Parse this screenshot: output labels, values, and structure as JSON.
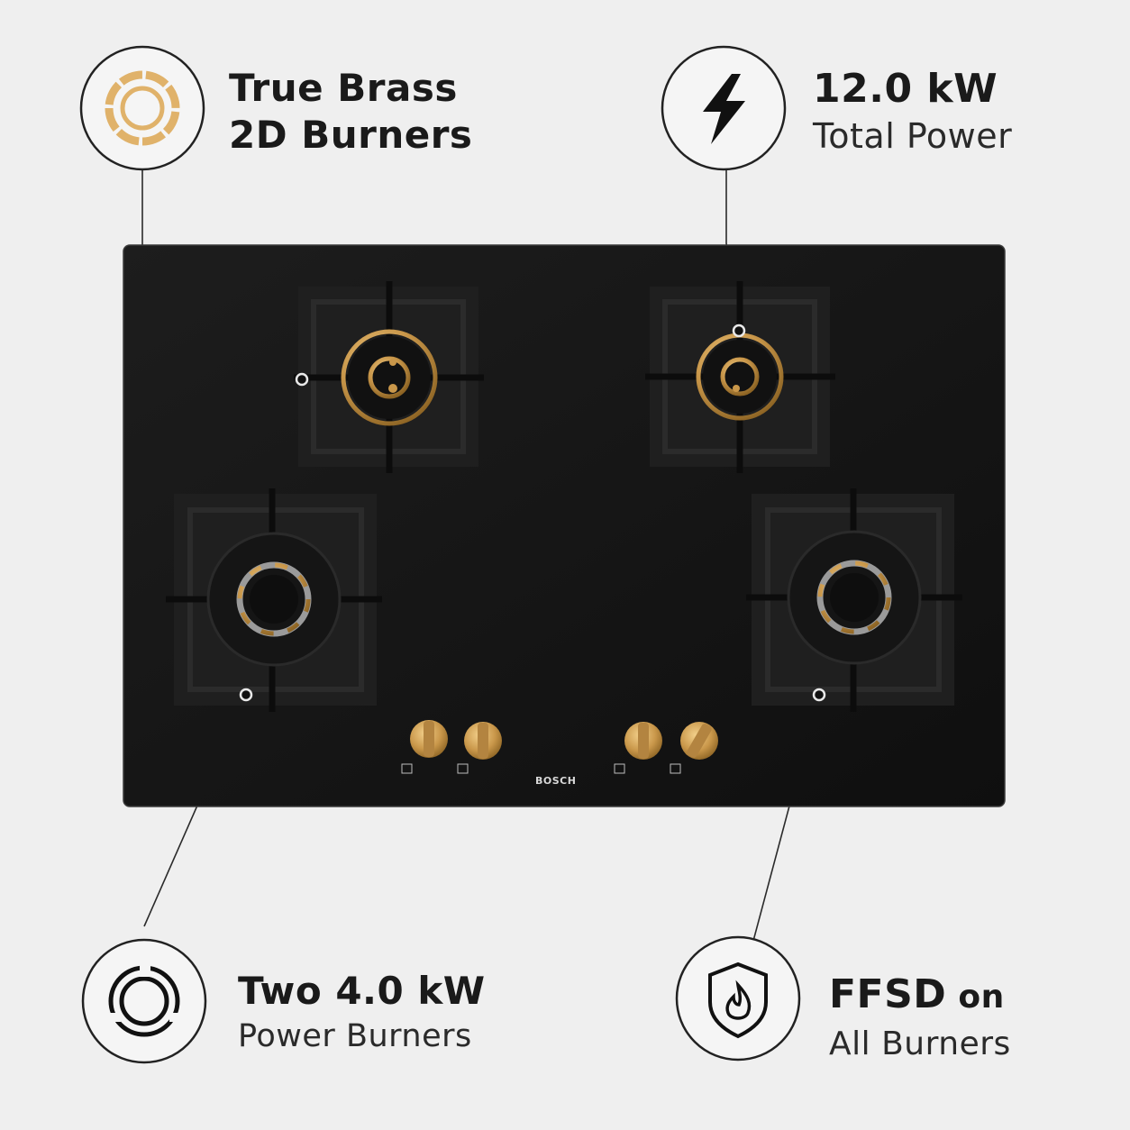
{
  "callouts": {
    "brass": {
      "line1": "True Brass",
      "line2": "2D Burners",
      "icon": "brass-burner-icon"
    },
    "power": {
      "line1": "12.0 kW",
      "line2": "Total Power",
      "icon": "lightning-bolt-icon"
    },
    "two_burners": {
      "line1": "Two 4.0 kW",
      "line2": "Power Burners",
      "icon": "ring-burner-icon"
    },
    "ffsd": {
      "line1_strong": "FFSD",
      "line1_rest": " on",
      "line2": "All Burners",
      "icon": "flame-shield-icon"
    }
  },
  "hob": {
    "brand": "BOSCH",
    "glass_color": "#161616",
    "brass_color": "#c9974a",
    "knob_count": 4
  }
}
